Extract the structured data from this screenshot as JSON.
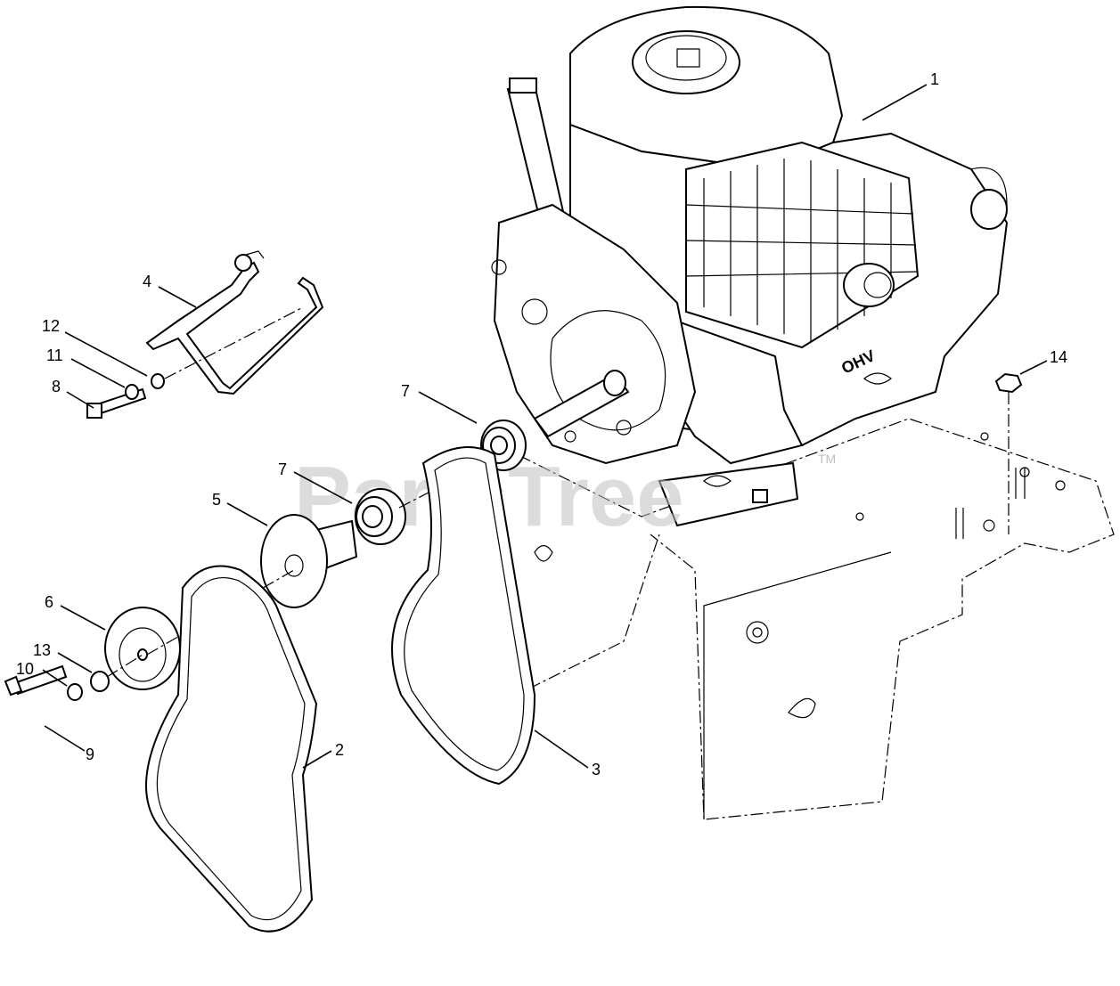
{
  "diagram": {
    "watermark": {
      "text": "PartsTree",
      "trademark": "TM"
    },
    "engine_badge": "OHV",
    "callouts": [
      {
        "id": "1",
        "label": "1"
      },
      {
        "id": "2",
        "label": "2"
      },
      {
        "id": "3",
        "label": "3"
      },
      {
        "id": "4",
        "label": "4"
      },
      {
        "id": "5",
        "label": "5"
      },
      {
        "id": "6",
        "label": "6"
      },
      {
        "id": "7a",
        "label": "7"
      },
      {
        "id": "7b",
        "label": "7"
      },
      {
        "id": "8",
        "label": "8"
      },
      {
        "id": "9",
        "label": "9"
      },
      {
        "id": "10",
        "label": "10"
      },
      {
        "id": "11",
        "label": "11"
      },
      {
        "id": "12",
        "label": "12"
      },
      {
        "id": "13",
        "label": "13"
      },
      {
        "id": "14",
        "label": "14"
      }
    ]
  }
}
